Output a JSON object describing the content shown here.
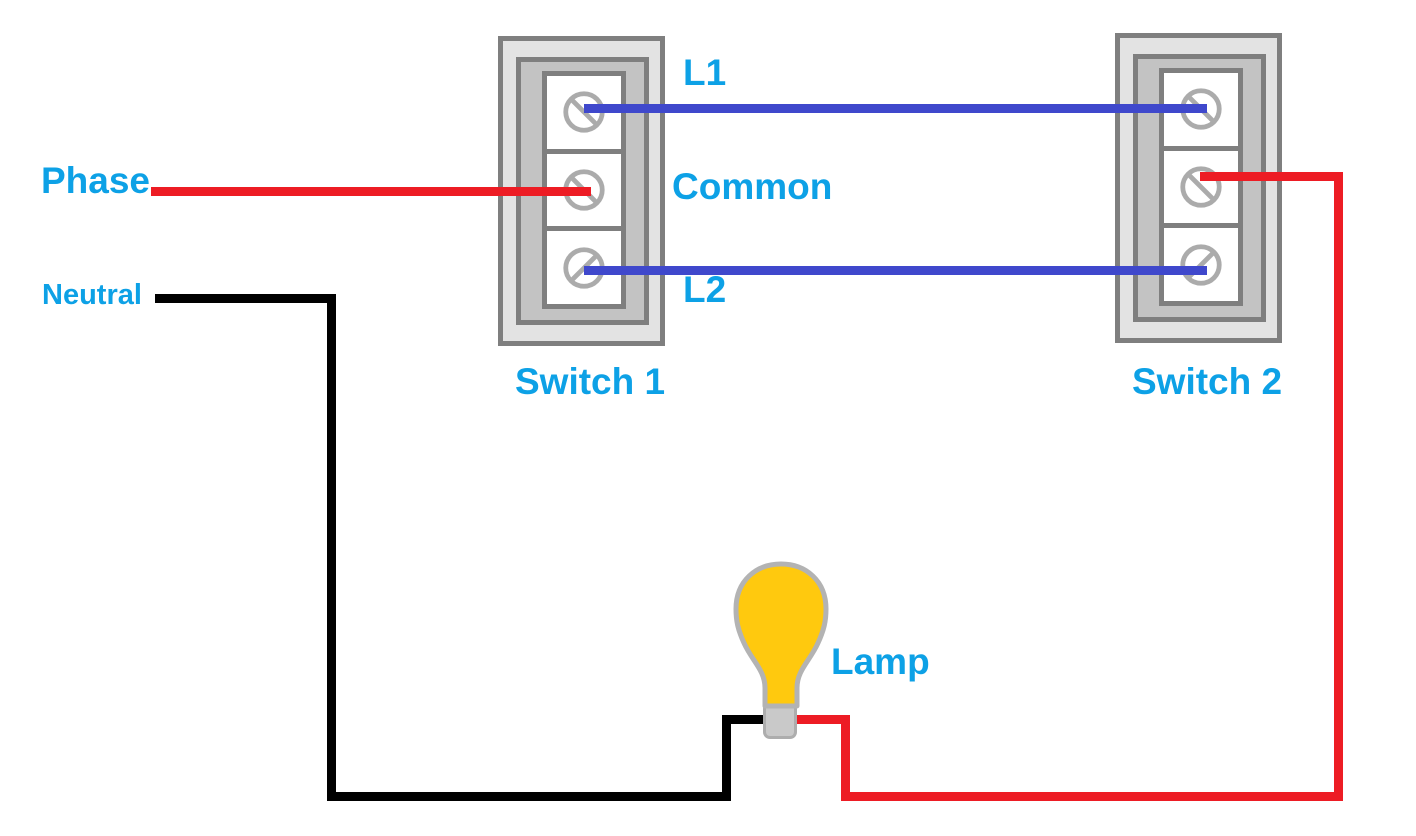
{
  "labels": {
    "phase": "Phase",
    "neutral": "Neutral",
    "l1": "L1",
    "common": "Common",
    "l2": "L2",
    "switch1": "Switch 1",
    "switch2": "Switch 2",
    "lamp": "Lamp"
  },
  "colors": {
    "label_text": "#0DA1E6",
    "phase_wire": "#ED1C24",
    "switched_live_wire": "#ED1C24",
    "traveler_wire": "#3F48CC",
    "neutral_wire": "#000000",
    "bulb_fill": "#FFC90E",
    "bulb_outline": "#B3B3B3",
    "switch_border": "#7F7F7F",
    "switch_outer_fill": "#E3E3E3",
    "switch_inner_fill": "#C3C3C3",
    "screw_gray": "#ABABAB"
  },
  "switches": [
    {
      "name": "Switch 1",
      "terminals": [
        "L1",
        "Common",
        "L2"
      ]
    },
    {
      "name": "Switch 2",
      "terminals": [
        "L1",
        "Common",
        "L2"
      ]
    }
  ],
  "connections": [
    {
      "wire": "Phase",
      "color": "red",
      "from": "supply",
      "to": "Switch 1 Common"
    },
    {
      "wire": "L1 traveler",
      "color": "blue",
      "from": "Switch 1 L1",
      "to": "Switch 2 L1"
    },
    {
      "wire": "L2 traveler",
      "color": "blue",
      "from": "Switch 1 L2",
      "to": "Switch 2 L2"
    },
    {
      "wire": "Switched live",
      "color": "red",
      "from": "Switch 2 Common",
      "to": "Lamp"
    },
    {
      "wire": "Neutral",
      "color": "black",
      "from": "supply",
      "to": "Lamp"
    }
  ]
}
